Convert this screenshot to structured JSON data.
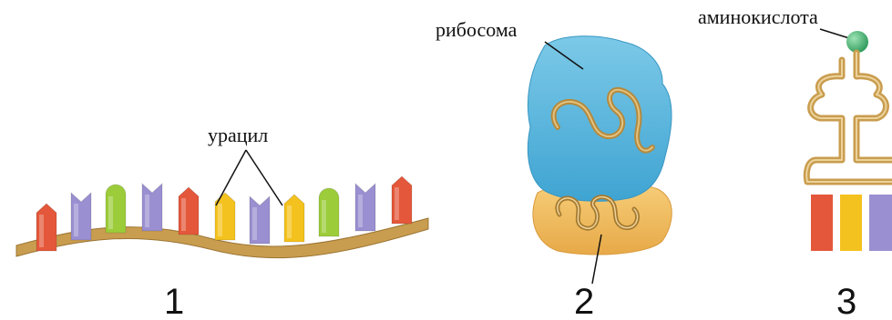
{
  "figures": [
    {
      "number": "1",
      "label": "урацил"
    },
    {
      "number": "2",
      "label": "рибосома"
    },
    {
      "number": "3",
      "label": "аминокислота"
    }
  ],
  "colors": {
    "red": "#e4573a",
    "purple": "#9a8fd0",
    "green": "#9ccc3a",
    "yellow": "#f4c21e",
    "backbone": "#c79b4c",
    "ribosome_large": "#5fb9de",
    "ribosome_small": "#f0c068",
    "amino_acid": "#4fbf7a"
  },
  "mrna_bases": [
    "red",
    "purple",
    "green",
    "purple",
    "red",
    "yellow",
    "purple",
    "yellow",
    "green",
    "purple",
    "red"
  ]
}
